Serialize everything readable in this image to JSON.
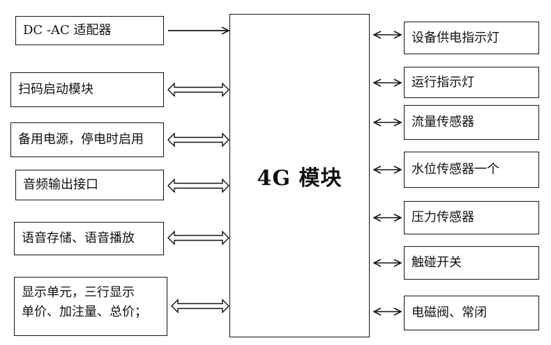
{
  "center": {
    "title": "4G 模块"
  },
  "left_blocks": [
    {
      "id": "adapter",
      "lines": [
        "DC -AC 适配器"
      ],
      "link": "in"
    },
    {
      "id": "scan",
      "lines": [
        "扫码启动模块"
      ],
      "link": "both"
    },
    {
      "id": "backup",
      "lines": [
        "备用电源，停电时启用"
      ],
      "link": "both"
    },
    {
      "id": "audio-out",
      "lines": [
        "音频输出接口"
      ],
      "link": "both"
    },
    {
      "id": "voice",
      "lines": [
        "语音存储、语音播放"
      ],
      "link": "both"
    },
    {
      "id": "display",
      "lines": [
        "显示单元，三行显示",
        "单价、加注量、总价；"
      ],
      "link": "both"
    }
  ],
  "right_blocks": [
    {
      "id": "power-light",
      "lines": [
        "设备供电指示灯"
      ],
      "link": "both"
    },
    {
      "id": "run-light",
      "lines": [
        "运行指示灯"
      ],
      "link": "both"
    },
    {
      "id": "flow",
      "lines": [
        "流量传感器"
      ],
      "link": "both"
    },
    {
      "id": "water",
      "lines": [
        "水位传感器一个"
      ],
      "link": "both"
    },
    {
      "id": "pressure",
      "lines": [
        "压力传感器"
      ],
      "link": "both"
    },
    {
      "id": "touch",
      "lines": [
        "触碰开关"
      ],
      "link": "both"
    },
    {
      "id": "valve",
      "lines": [
        "电磁阀、常闭"
      ],
      "link": "both"
    }
  ],
  "colors": {
    "line": "#111111",
    "background": "#ffffff"
  }
}
